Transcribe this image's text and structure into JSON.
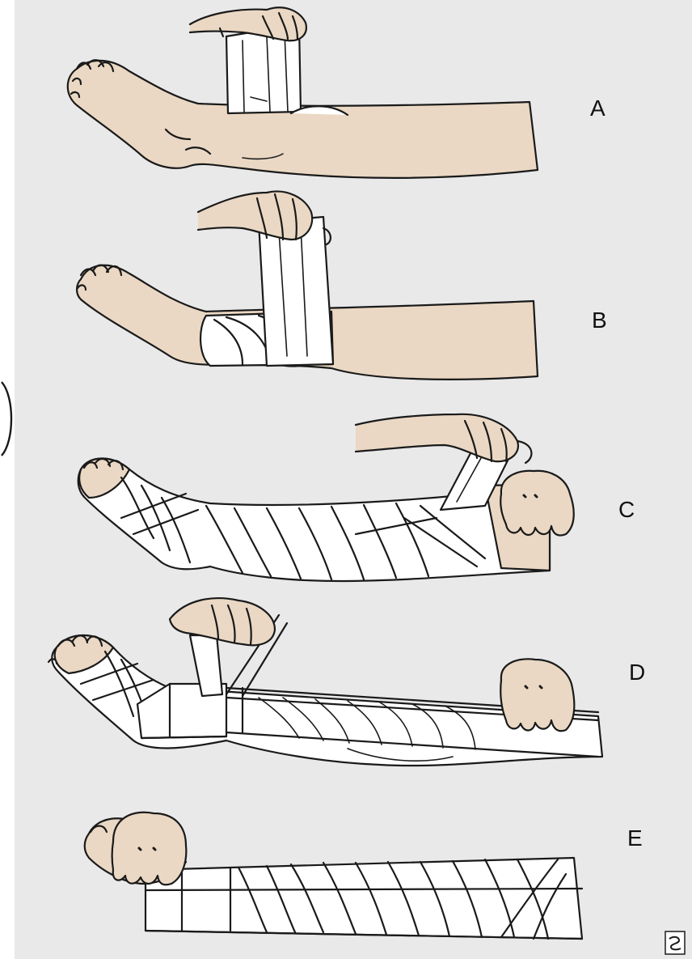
{
  "figure": {
    "steps": [
      {
        "label": "A"
      },
      {
        "label": "B"
      },
      {
        "label": "C"
      },
      {
        "label": "D"
      },
      {
        "label": "E"
      }
    ]
  },
  "colors": {
    "background": "#e9e9ea",
    "skin": "#ead8c4",
    "ink": "#1a1a1a",
    "bandage": "#ffffff"
  },
  "icons": {
    "corner_mark": "publisher-logo-icon",
    "left_edge": "bracket-edge-icon"
  }
}
